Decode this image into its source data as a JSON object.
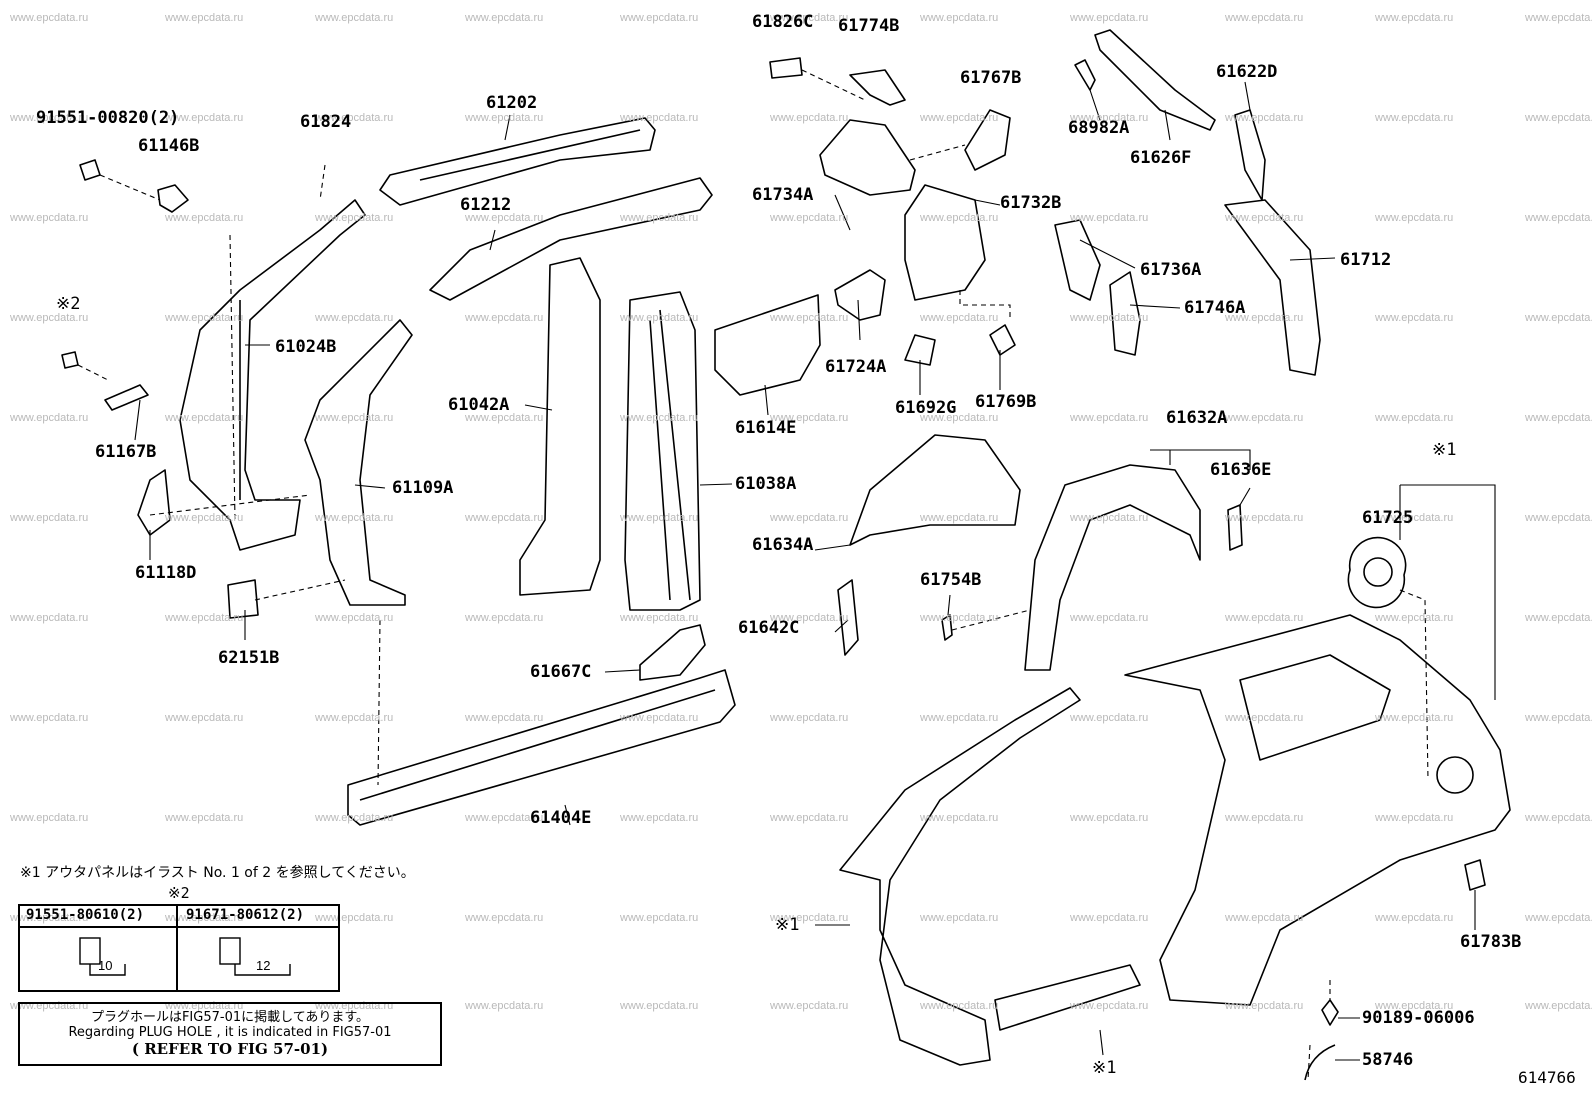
{
  "labels": {
    "p91551_00820": "91551-00820(2)",
    "p61146B": "61146B",
    "p61824": "61824",
    "p61202": "61202",
    "p61212": "61212",
    "ref2": "※2",
    "ref1": "※1",
    "p61024B": "61024B",
    "p61167B": "61167B",
    "p61109A": "61109A",
    "p61042A": "61042A",
    "p61038A": "61038A",
    "p61614E": "61614E",
    "p61118D": "61118D",
    "p62151B": "62151B",
    "p61667C": "61667C",
    "p61404E": "61404E",
    "p61826C": "61826C",
    "p61774B": "61774B",
    "p61767B": "61767B",
    "p61734A": "61734A",
    "p61732B": "61732B",
    "p61724A": "61724A",
    "p61692G": "61692G",
    "p61769B": "61769B",
    "p68982A": "68982A",
    "p61626F": "61626F",
    "p61622D": "61622D",
    "p61736A": "61736A",
    "p61746A": "61746A",
    "p61712": "61712",
    "p61632A": "61632A",
    "p61636E": "61636E",
    "p61725": "61725",
    "p61634A": "61634A",
    "p61754B": "61754B",
    "p61642C": "61642C",
    "p61783B": "61783B",
    "p90189_06006": "90189-06006",
    "p58746": "58746",
    "figure_number": "614766"
  },
  "notes": {
    "ref1_note": "※1 アウタパネルはイラスト No. 1 of 2 を参照してください。"
  },
  "fastener_table": {
    "col1": "91551-80610(2)",
    "col2": "91671-80612(2)",
    "dim1": "10",
    "dim2": "12"
  },
  "plug_note": {
    "jp": "プラグホールはFIG57-01に掲載してあります。",
    "en": "Regarding PLUG HOLE , it is indicated in FIG57-01",
    "ref": "( REFER TO FIG 57-01)"
  },
  "watermark": {
    "text": "www.epcdata.ru"
  }
}
